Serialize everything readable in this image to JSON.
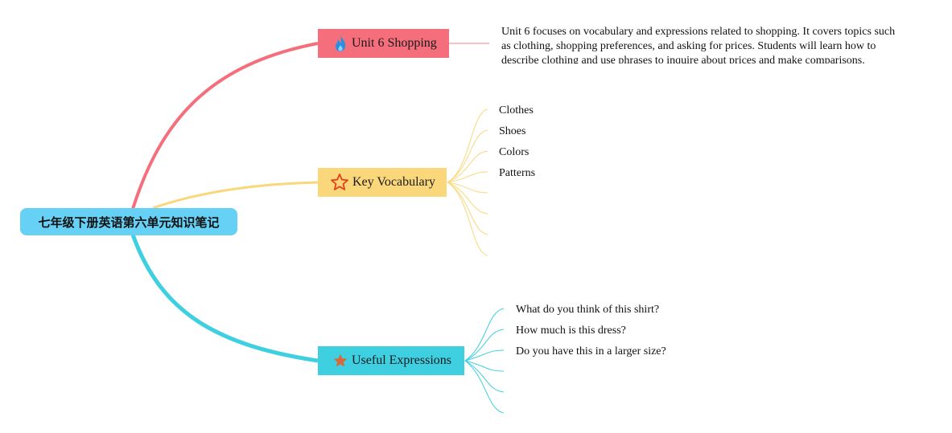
{
  "root": {
    "title": "七年级下册英语第六单元知识笔记",
    "color": "#66d0f5"
  },
  "branches": [
    {
      "label": "Unit 6 Shopping",
      "icon": "fire-icon",
      "color": "#f46e7b",
      "description": "Unit 6 focuses on vocabulary and expressions related to shopping. It covers topics such as clothing, shopping preferences, and asking for prices. Students will learn how to describe clothing and use phrases to inquire about prices and make comparisons."
    },
    {
      "label": "Key Vocabulary",
      "icon": "star-outline-icon",
      "color": "#fad77a",
      "items": [
        "Clothes",
        "Shoes",
        "Colors",
        "Patterns"
      ]
    },
    {
      "label": "Useful Expressions",
      "icon": "star-filled-icon",
      "color": "#3ecfe0",
      "items": [
        "What do you think of this shirt?",
        "How much is this dress?",
        "Do you have this in a larger size?"
      ]
    }
  ]
}
